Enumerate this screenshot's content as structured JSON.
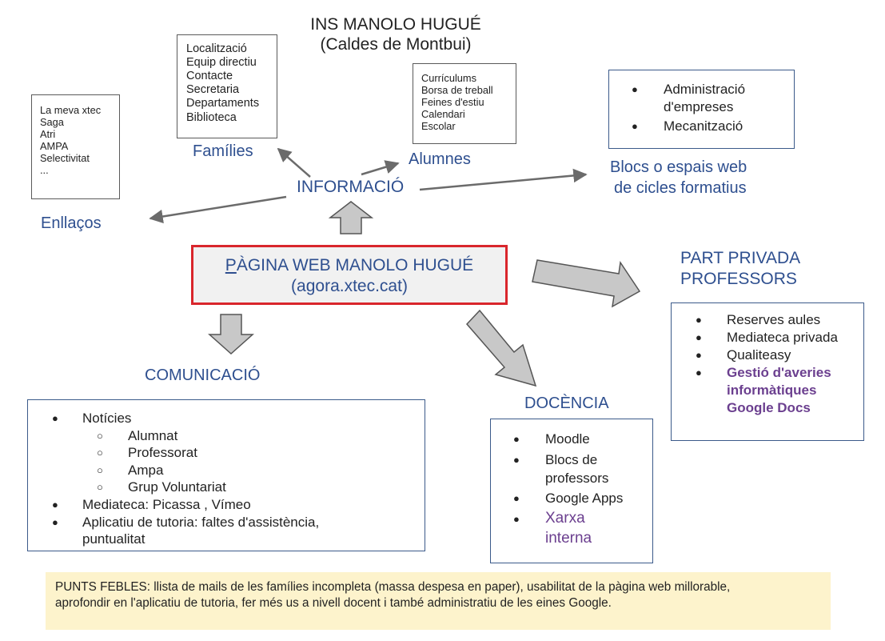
{
  "title": {
    "line1": "INS MANOLO HUGUÉ",
    "line2": "(Caldes de Montbui)"
  },
  "main": {
    "line1_prefix": "P",
    "line1_rest": "ÀGINA WEB MANOLO HUGUÉ",
    "line2": "(agora.xtec.cat)"
  },
  "informacio": {
    "label": "INFORMACIÓ"
  },
  "families": {
    "label": "Famílies",
    "items": [
      "Localització",
      "Equip directiu",
      "Contacte",
      "Secretaria",
      "Departaments",
      "Biblioteca"
    ]
  },
  "alumnes": {
    "label": "Alumnes",
    "items": [
      "Currículums",
      "Borsa de treball",
      "Feines d'estiu",
      "Calendari",
      "Escolar"
    ]
  },
  "enllacos": {
    "label": "Enllaços",
    "items": [
      "La meva xtec",
      "Saga",
      "Atri",
      "AMPA",
      "Selectivitat",
      "..."
    ]
  },
  "cicles": {
    "label_line1": "Blocs o espais web",
    "label_line2": "de cicles formatius",
    "items": [
      "Administració",
      "d'empreses",
      "Mecanització"
    ]
  },
  "privada": {
    "label_line1": "PART PRIVADA",
    "label_line2": "PROFESSORS",
    "items": [
      "Reserves aules",
      "Mediateca privada",
      "Qualiteasy"
    ],
    "highlight": [
      "Gestió d'averies",
      "informàtiques",
      "Google Docs"
    ]
  },
  "comunicacio": {
    "label": "COMUNICACIÓ",
    "noticies": "Notícies",
    "sub": [
      "Alumnat",
      "Professorat",
      "Ampa",
      "Grup Voluntariat"
    ],
    "mediateca": "Mediateca: Picassa , Vímeo",
    "aplicatiu_line1": "Aplicatiu de tutoria: faltes d'assistència,",
    "aplicatiu_line2": "puntualitat"
  },
  "docencia": {
    "label": "DOCÈNCIA",
    "items": [
      "Moodle",
      "Blocs de",
      "professors",
      "Google Apps"
    ],
    "highlight": [
      "Xarxa",
      "interna"
    ]
  },
  "punts_febles": {
    "line1": "PUNTS FEBLES: llista de mails de les famílies incompleta (massa despesa en paper), usabilitat de la pàgina web millorable,",
    "line2": "aprofondir en l'aplicatiu de tutoria, fer més us a nivell docent i també administratiu de les eines Google."
  },
  "colors": {
    "accent_blue": "#2e4f8f",
    "main_border_red": "#d9262c",
    "arrow_gray": "#c8c8c8",
    "purple": "#6b3f8f",
    "note_bg": "#fdf3cc"
  },
  "symbols": {
    "bullet": "●",
    "circle": "○"
  }
}
